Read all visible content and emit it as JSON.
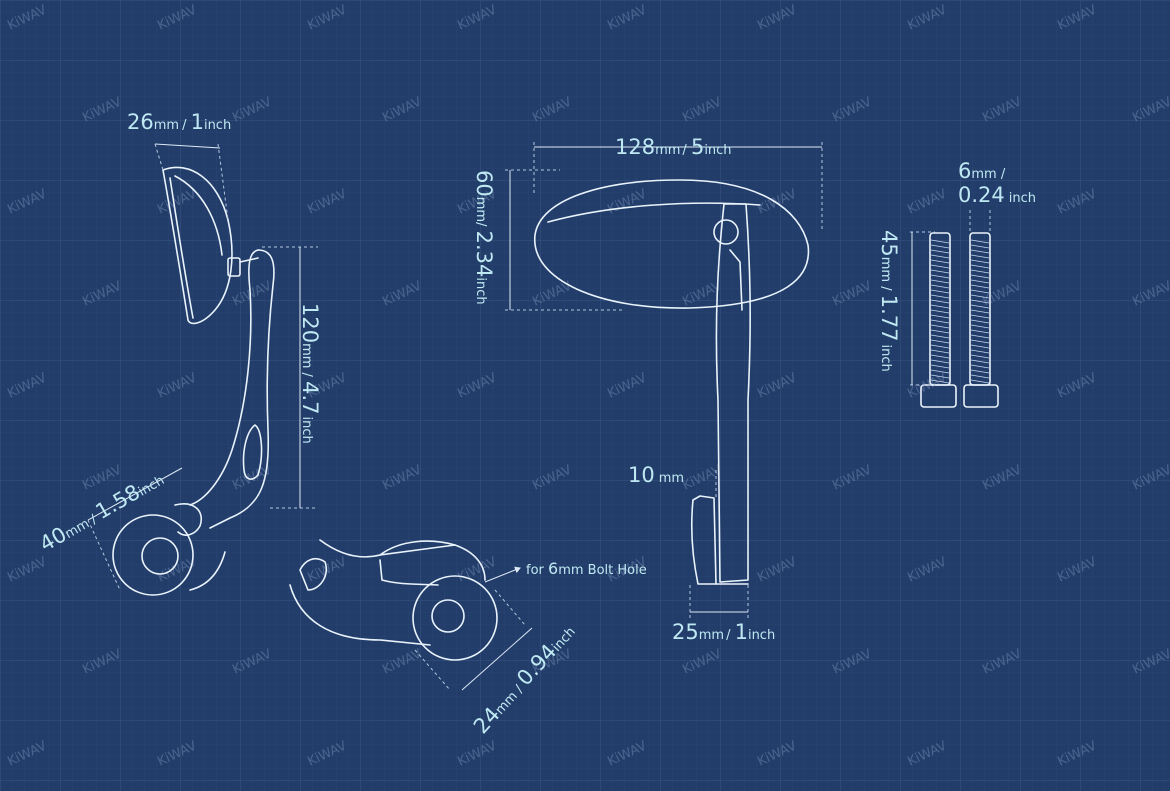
{
  "colors": {
    "background": "#233d6b",
    "grid": "#3a5582",
    "drawing": "#e9f3fb",
    "label": "#bfe9f2"
  },
  "watermark": "KiWAV",
  "labels": {
    "side_top_width": {
      "num": "26",
      "unit1": "mm",
      "sep": "/ ",
      "num2": "1",
      "unit2": "inch"
    },
    "side_height": {
      "num": "120",
      "unit1": "mm",
      "sep": " / ",
      "num2": "4.7",
      "unit2": "inch"
    },
    "clamp_diameter": {
      "num": "40",
      "unit1": "mm",
      "sep": " / ",
      "num2": "1.58",
      "unit2": "inch"
    },
    "bolt_hole_note": {
      "prefix": "for ",
      "num": "6",
      "unit": "mm",
      "text": " Bolt Hole"
    },
    "clamp_inner": {
      "num": "24",
      "unit1": "mm",
      "sep": " / ",
      "num2": "0.94",
      "unit2": "inch"
    },
    "mirror_width": {
      "num": "128",
      "unit1": "mm",
      "sep": "/ ",
      "num2": "5",
      "unit2": "inch"
    },
    "mirror_height": {
      "num": "60",
      "unit1": "mm",
      "sep": "/ ",
      "num2": "2.34",
      "unit2": "inch"
    },
    "gap": {
      "num": "10",
      "unit": "mm"
    },
    "base_width": {
      "num": "25",
      "unit1": "mm",
      "sep": "/ ",
      "num2": "1",
      "unit2": "inch"
    },
    "bolt_diameter": {
      "line1_num": "6",
      "line1_unit": "mm /",
      "line2_num": "0.24",
      "line2_unit": "inch"
    },
    "bolt_length": {
      "num": "45",
      "unit1": "mm",
      "sep": " / ",
      "num2": "1.77",
      "unit2": "inch"
    }
  }
}
